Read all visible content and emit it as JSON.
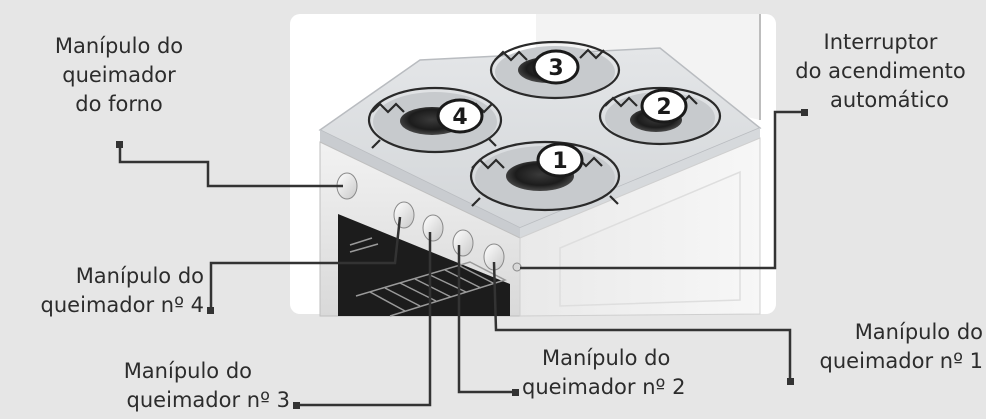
{
  "labels": {
    "oven_knob": [
      "Manípulo do",
      "queimador",
      "do forno"
    ],
    "ignition_switch": [
      "Interruptor",
      "do acendimento",
      "automático"
    ],
    "knob_4": [
      "Manípulo do",
      "queimador nº 4"
    ],
    "knob_3": [
      "Manípulo do",
      "queimador nº 3"
    ],
    "knob_2": [
      "Manípulo do",
      "queimador nº 2"
    ],
    "knob_1": [
      "Manípulo do",
      "queimador nº 1"
    ]
  },
  "burners": [
    "1",
    "2",
    "3",
    "4"
  ],
  "colors": {
    "background": "#e6e6e6",
    "leader_line": "#333333",
    "text": "#2c2c2c",
    "badge_fill": "#ffffff",
    "badge_stroke": "#1a1a1a"
  }
}
